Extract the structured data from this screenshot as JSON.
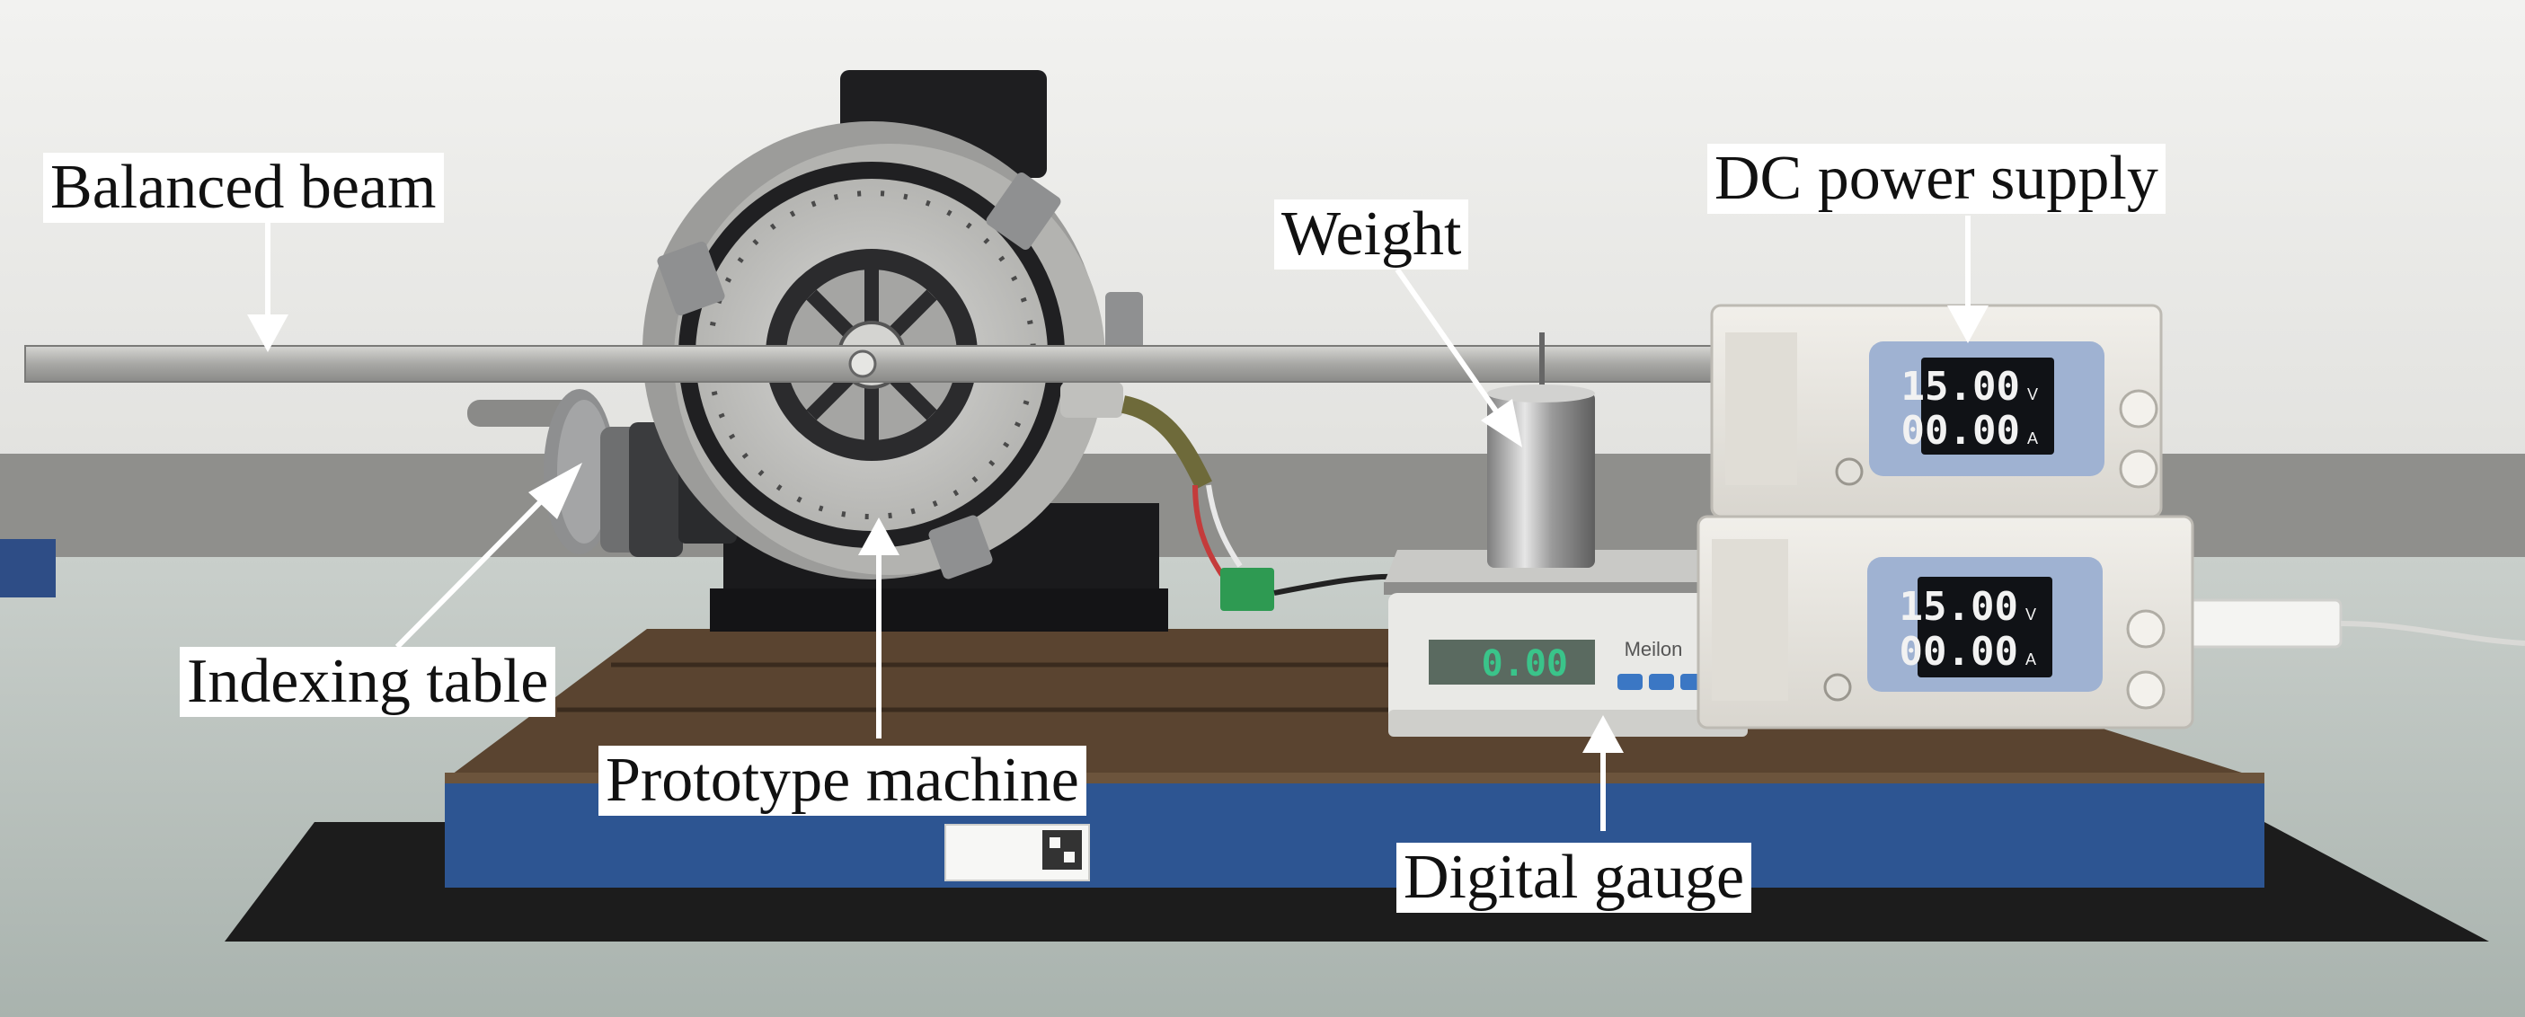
{
  "photo": {
    "colors": {
      "wall": "#ececea",
      "floor": "#bcc4bf",
      "board_top": "#5a4430",
      "board_front": "#2d5592",
      "mat": "#1c1c1c",
      "metal": "#a9aaa9",
      "lcd_screen": "#101216",
      "lcd_digits": "#f2f2f2",
      "psu_body": "#e8e6e1",
      "psu_panel": "#9fb2d2",
      "gauge_display": "#3ac48a"
    },
    "psu_top": {
      "voltage": "15.00",
      "voltage_unit": "V",
      "current": "00.00",
      "current_unit": "A"
    },
    "psu_bottom": {
      "voltage": "15.00",
      "voltage_unit": "V",
      "current": "00.00",
      "current_unit": "A"
    },
    "scale": {
      "display": "0.00",
      "brand": "Meilon"
    }
  },
  "labels": {
    "balanced_beam": "Balanced beam",
    "weight": "Weight",
    "dc_power_supply": "DC power supply",
    "indexing_table": "Indexing table",
    "prototype_machine": "Prototype machine",
    "digital_gauge": "Digital gauge"
  }
}
